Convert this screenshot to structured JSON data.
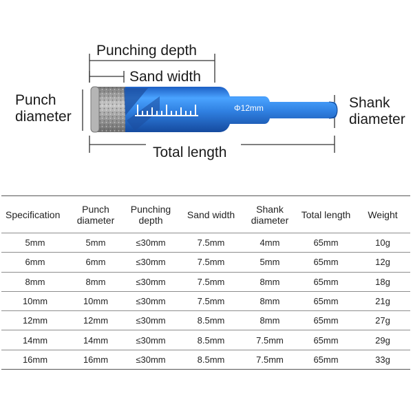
{
  "diagram": {
    "labels": {
      "punching_depth": "Punching depth",
      "sand_width": "Sand width",
      "punch_diameter_line1": "Punch",
      "punch_diameter_line2": "diameter",
      "shank_diameter_line1": "Shank",
      "shank_diameter_line2": "diameter",
      "total_length": "Total length",
      "bit_marking": "Φ12mm"
    },
    "colors": {
      "bit_blue": "#2f7fe0",
      "bit_blue_dark": "#1a55b0",
      "diamond_gray": "#9a9a9a",
      "dimension_line": "#333333"
    }
  },
  "table": {
    "headers": [
      [
        "Specification"
      ],
      [
        "Punch",
        "diameter"
      ],
      [
        "Punching",
        "depth"
      ],
      [
        "Sand width"
      ],
      [
        "Shank",
        "diameter"
      ],
      [
        "Total length"
      ],
      [
        "Weight"
      ]
    ],
    "rows": [
      [
        "5mm",
        "5mm",
        "≤30mm",
        "7.5mm",
        "4mm",
        "65mm",
        "10g"
      ],
      [
        "6mm",
        "6mm",
        "≤30mm",
        "7.5mm",
        "5mm",
        "65mm",
        "12g"
      ],
      [
        "8mm",
        "8mm",
        "≤30mm",
        "7.5mm",
        "8mm",
        "65mm",
        "18g"
      ],
      [
        "10mm",
        "10mm",
        "≤30mm",
        "7.5mm",
        "8mm",
        "65mm",
        "21g"
      ],
      [
        "12mm",
        "12mm",
        "≤30mm",
        "8.5mm",
        "8mm",
        "65mm",
        "27g"
      ],
      [
        "14mm",
        "14mm",
        "≤30mm",
        "8.5mm",
        "7.5mm",
        "65mm",
        "29g"
      ],
      [
        "16mm",
        "16mm",
        "≤30mm",
        "8.5mm",
        "7.5mm",
        "65mm",
        "33g"
      ]
    ]
  }
}
